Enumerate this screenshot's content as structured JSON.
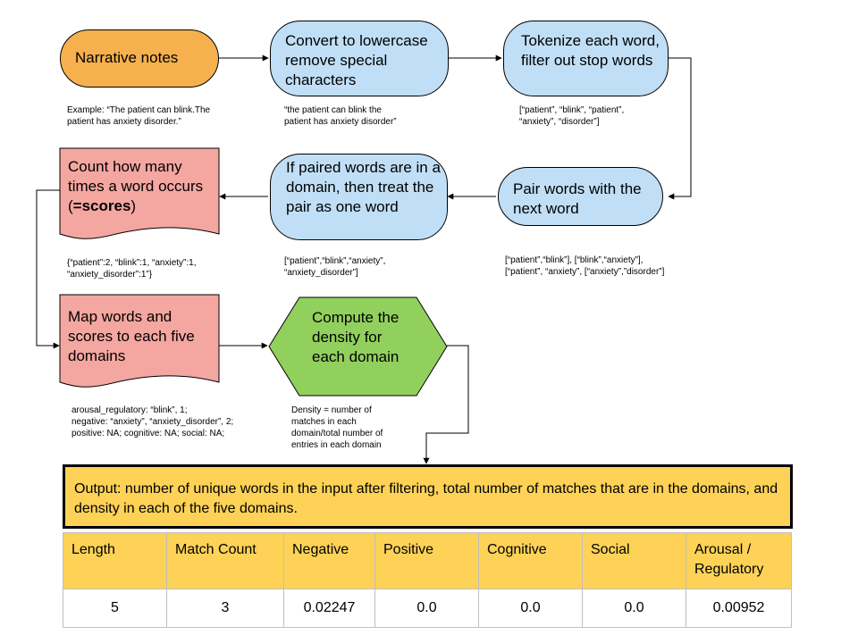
{
  "nodes": {
    "narrative": "Narrative notes",
    "lowercase": "Convert to lowercase remove special characters",
    "tokenize": "Tokenize each word, filter out stop words",
    "pair": "Pair words with the next word",
    "paired_domain": "If paired words are in a domain, then treat the pair  as one word",
    "count_pre": "Count how many times a word occurs (",
    "count_bold": "=scores",
    "count_post": ")",
    "map": "Map words and scores to each five domains",
    "density": "Compute the density for each domain"
  },
  "notes": {
    "example": "Example: “The patient can blink.The\npatient has anxiety disorder.”",
    "lowercase": "“the patient can blink the\npatient has anxiety disorder”",
    "tokens": "[“patient”, “blink”, “patient”,\n“anxiety”, “disorder”]",
    "pairs": "[“patient”,“blink”], [“blink”,“anxiety”],\n [“patient”, “anxiety”, [“anxiety”,”disorder”]",
    "paired": "[“patient”,“blink”,“anxiety”,\n “anxiety_disorder”]",
    "scores": "{“patient”:2, “blink”:1, “anxiety”:1,\n“anxiety_disorder”:1”}",
    "domains": "arousal_regulatory: “blink”, 1;\nnegative: “anxiety”, “anxiety_disorder”, 2;\npositive: NA; cognitive: NA; social: NA;",
    "density": "Density = number of\nmatches in each\ndomain/total number of\nentries in each domain"
  },
  "output": {
    "text": "Output: number of unique words in the input after filtering, total number of matches that are in the domains, and density in each of the five domains."
  },
  "table": {
    "headers": [
      "Length",
      "Match Count",
      "Negative",
      "Positive",
      "Cognitive",
      "Social",
      "Arousal / Regulatory"
    ],
    "values": [
      "5",
      "3",
      "0.02247",
      "0.0",
      "0.0",
      "0.0",
      "0.00952"
    ]
  },
  "colors": {
    "orange": "#f6b04e",
    "blue": "#c0dff6",
    "pink": "#f4a6a0",
    "green": "#92d05e",
    "yellow": "#fdd256"
  }
}
